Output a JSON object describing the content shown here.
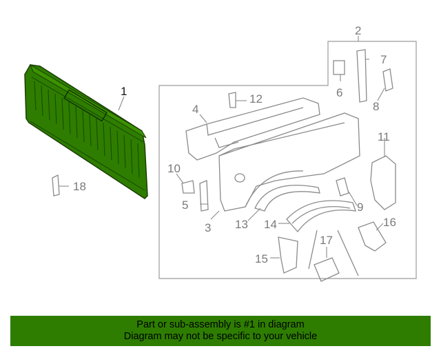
{
  "callouts": {
    "c1": "1",
    "c2": "2",
    "c3": "3",
    "c4": "4",
    "c5": "5",
    "c6": "6",
    "c7": "7",
    "c8": "8",
    "c9": "9",
    "c10": "10",
    "c11": "11",
    "c12": "12",
    "c13": "13",
    "c14": "14",
    "c15": "15",
    "c16": "16",
    "c17": "17",
    "c18": "18"
  },
  "highlight_color": "#2e7d00",
  "line_color": "#8a8a8a",
  "banner": {
    "line1": "Part or sub-assembly is #1 in diagram",
    "line2": "Diagram may not be specific to your vehicle",
    "color": "#2e7d00"
  }
}
